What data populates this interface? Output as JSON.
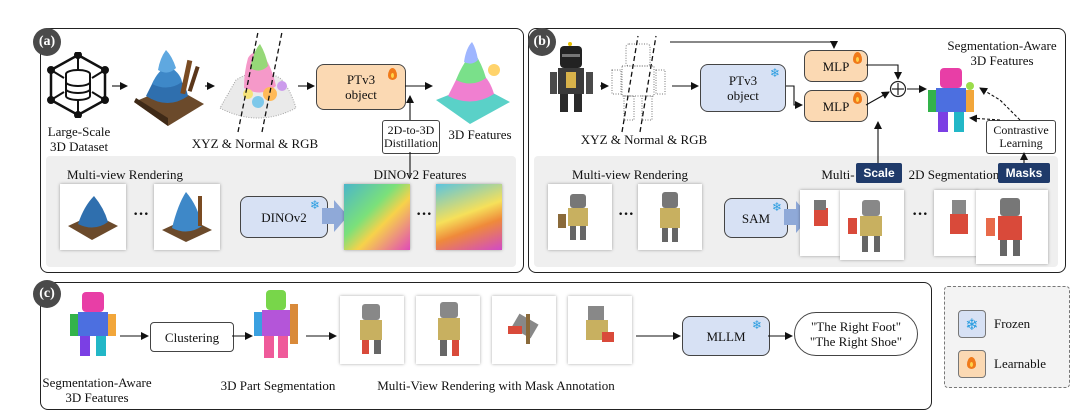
{
  "panels": {
    "a": "(a)",
    "b": "(b)",
    "c": "(c)"
  },
  "a": {
    "dataset_label": "Large-Scale\n3D Dataset",
    "xyz_label": "XYZ & Normal & RGB",
    "ptv3_label": "PTv3\nobject",
    "features_label": "3D Features",
    "distill_label": "2D-to-3D\nDistillation",
    "multiview_label": "Multi-view Rendering",
    "dinov2_features_label": "DINOv2 Features",
    "dinov2_label": "DINOv2",
    "ellipsis": "···"
  },
  "b": {
    "xyz_label": "XYZ & Normal & RGB",
    "ptv3_label": "PTv3\nobject",
    "mlp1_label": "MLP",
    "mlp2_label": "MLP",
    "seg_aware_label": "Segmentation-Aware\n3D Features",
    "contrastive_label": "Contrastive\nLearning",
    "multiview_label": "Multi-view Rendering",
    "multi_prefix": "Multi-",
    "seg2d_label": "2D Segmentation",
    "scale_label": "Scale",
    "masks_label": "Masks",
    "sam_label": "SAM",
    "ellipsis": "···"
  },
  "c": {
    "seg_aware_label": "Segmentation-Aware\n3D Features",
    "clustering_label": "Clustering",
    "part_seg_label": "3D Part Segmentation",
    "mvr_label": "Multi-View Rendering with Mask Annotation",
    "mllm_label": "MLLM",
    "quote1": "\"The Right Foot\"",
    "quote2": "\"The Right Shoe\""
  },
  "legend": {
    "frozen": "Frozen",
    "learnable": "Learnable"
  },
  "colors": {
    "model_blue": "#d7e1f4",
    "mlp_orange": "#fbd9b3",
    "navy_tag": "#1f3a6a",
    "snowflake": "#2a9de0",
    "flame": "#f07a1a"
  }
}
